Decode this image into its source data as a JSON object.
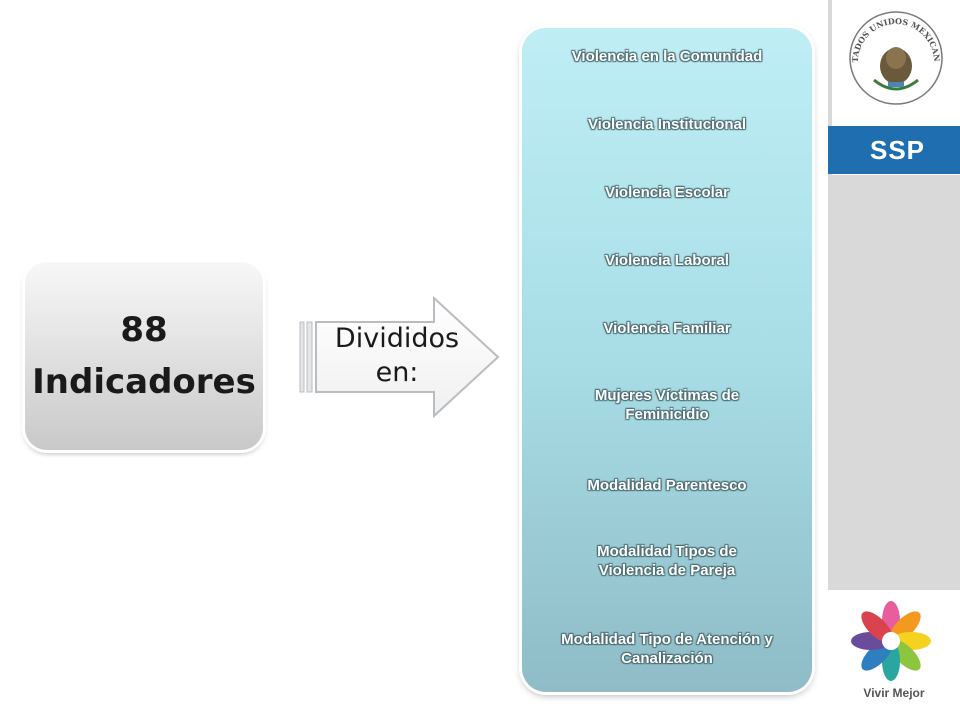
{
  "indicator": {
    "text": "88 Indicadores"
  },
  "arrow": {
    "label": "Divididos en:"
  },
  "categories": [
    "Violencia en la Comunidad",
    "Violencia Institucional",
    "Violencia Escolar",
    "Violencia Laboral",
    "Violencia Familiar",
    "Mujeres Víctimas de Feminicidio",
    "Modalidad Parentesco",
    "Modalidad Tipos de Violencia de Pareja",
    "Modalidad Tipo de Atención y Canalización"
  ],
  "branding": {
    "seal_text": "ESTADOS UNIDOS MEXICANOS",
    "agency": "SSP",
    "slogan": "Vivir Mejor",
    "agency_color": "#1f6fb0"
  }
}
